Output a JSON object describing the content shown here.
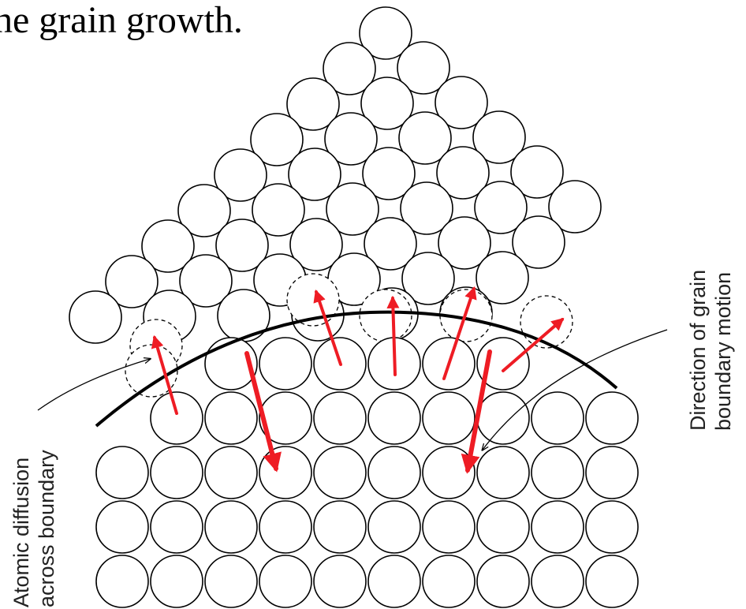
{
  "heading": "he grain growth.",
  "labels": {
    "left_line1": "Atomic diffusion",
    "left_line2": "across boundary",
    "right_line1": "Direction of grain",
    "right_line2": "boundary motion"
  },
  "colors": {
    "atom_stroke": "#000000",
    "arrow": "#ee1c24",
    "boundary": "#000000"
  }
}
